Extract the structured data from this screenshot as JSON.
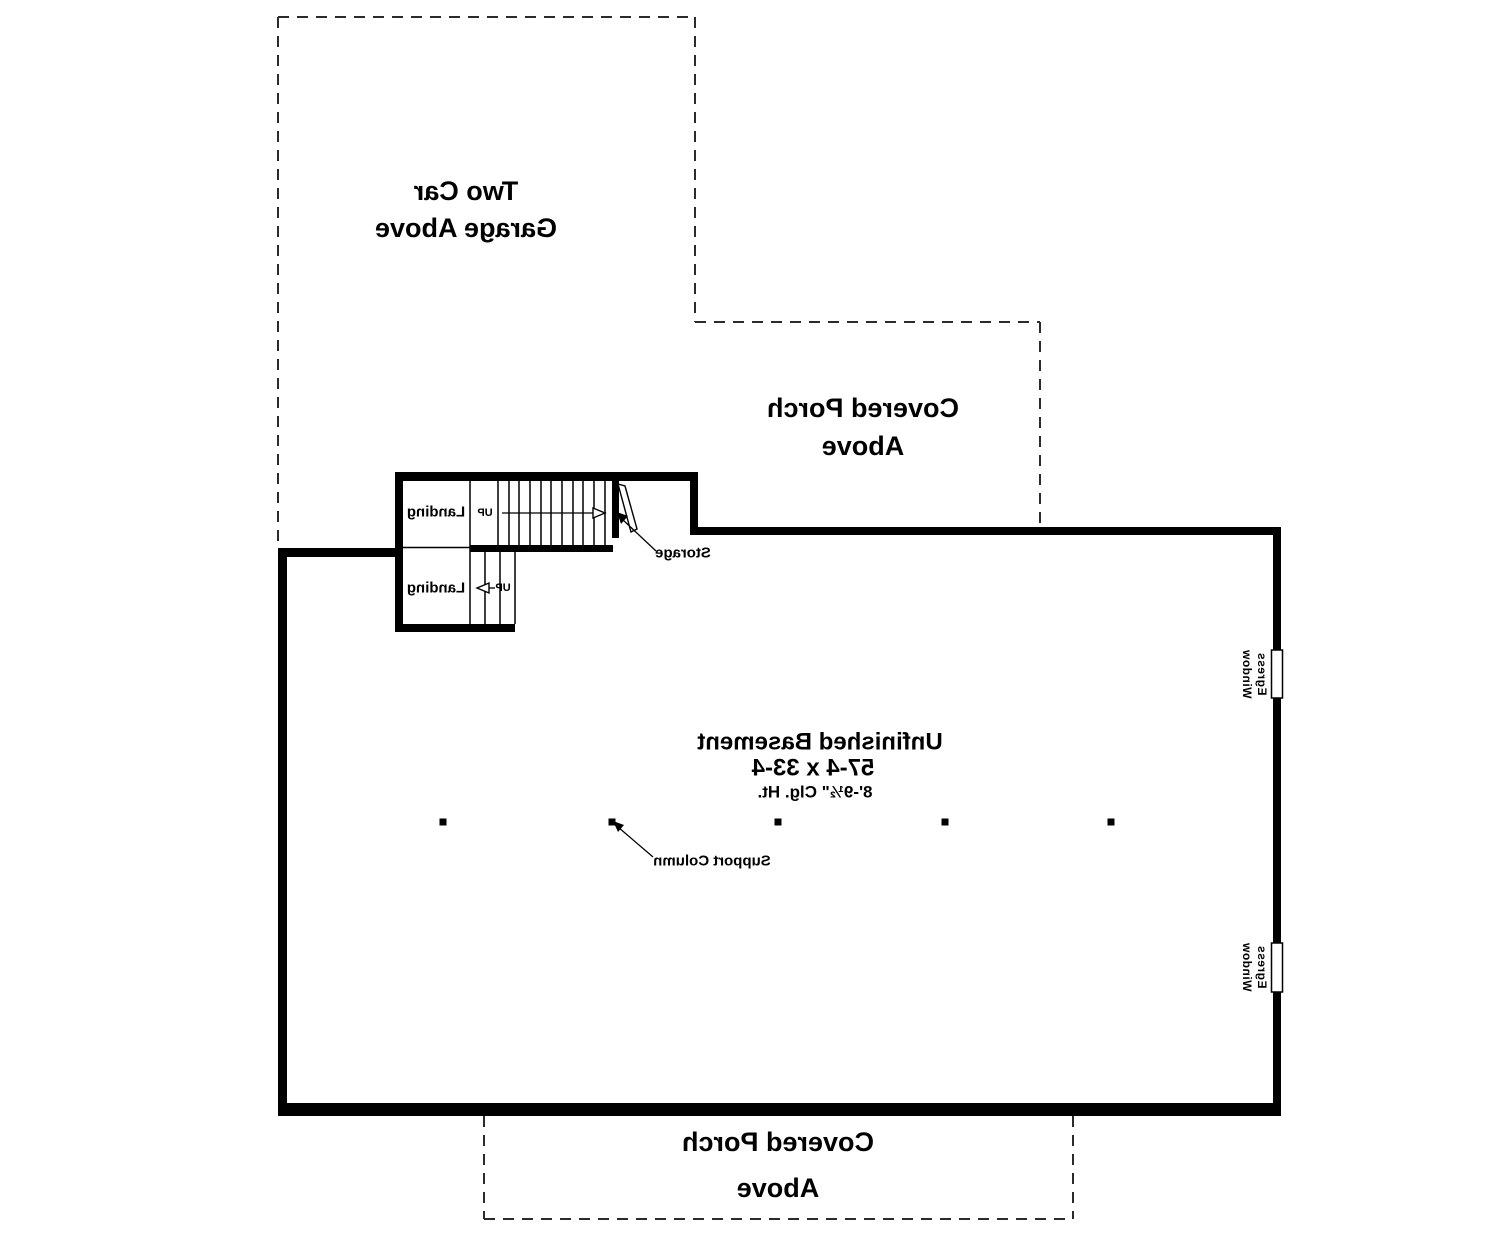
{
  "labels": {
    "garage": {
      "line1": "Two Car",
      "line2": "Garage Above"
    },
    "porch_top": {
      "line1": "Covered Porch",
      "line2": "Above"
    },
    "porch_bottom": {
      "line1": "Covered Porch",
      "line2": "Above"
    },
    "basement": {
      "line1": "Unfinished Basement",
      "line2": "57-4 x 33-4",
      "line3": "8'-9½\" Clg. Ht."
    },
    "landing_upper": "Landing",
    "landing_lower": "Landing",
    "up_upper": "UP",
    "up_lower": "UP",
    "storage": "Storage",
    "support_column": "Support Column",
    "window_egress": {
      "line1": "Window",
      "line2": "Egress"
    }
  },
  "colors": {
    "line": "#000000",
    "dashed": "#2b2b2b",
    "background": "#ffffff"
  }
}
